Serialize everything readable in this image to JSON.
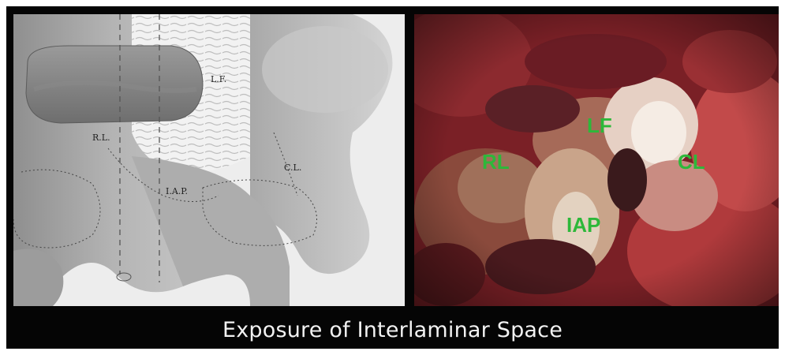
{
  "caption": "Exposure of Interlaminar Space",
  "diagram": {
    "labels": {
      "lf": "L.F.",
      "rl": "R.L.",
      "iap": "I.A.P.",
      "cl": "C.L."
    }
  },
  "photo": {
    "labels": {
      "lf": "LF",
      "rl": "RL",
      "iap": "IAP",
      "cl": "CL"
    }
  },
  "colors": {
    "background": "#050505",
    "diagram_bone": "#a6a6a6",
    "photo_label": "#2db83a",
    "caption_text": "#f2f2f2"
  }
}
